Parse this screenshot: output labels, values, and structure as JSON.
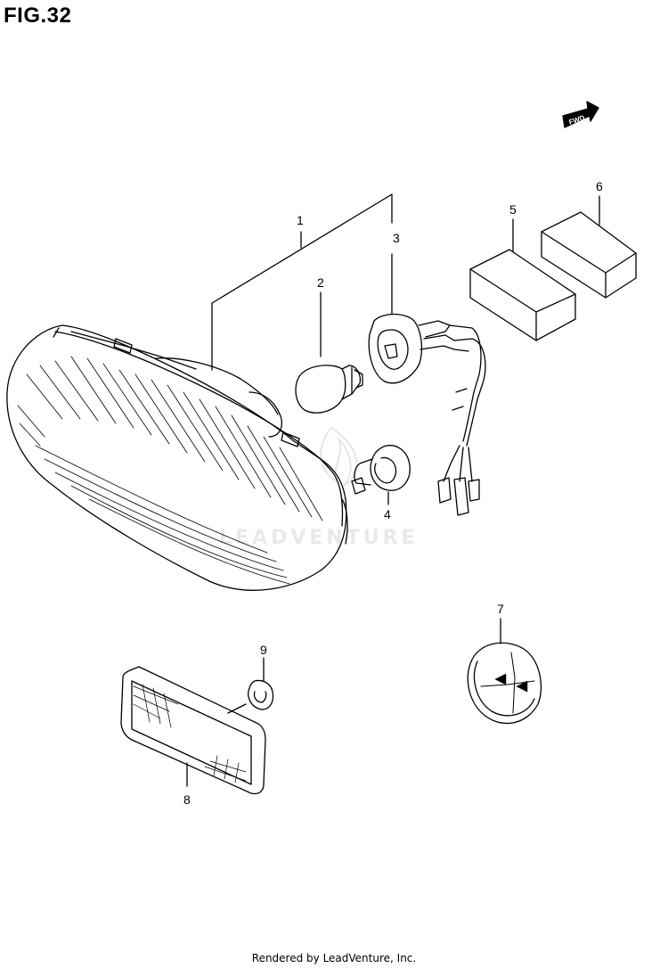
{
  "figure_title": "FIG.32",
  "callouts": [
    "1",
    "2",
    "3",
    "4",
    "5",
    "6",
    "7",
    "8",
    "9"
  ],
  "fwd_label": "FWD",
  "watermark_text": "LEADVENTURE",
  "footer_text": "Rendered by LeadVenture, Inc.",
  "colors": {
    "line": "#000000",
    "watermark": "#e9e9e9",
    "background": "#ffffff"
  }
}
